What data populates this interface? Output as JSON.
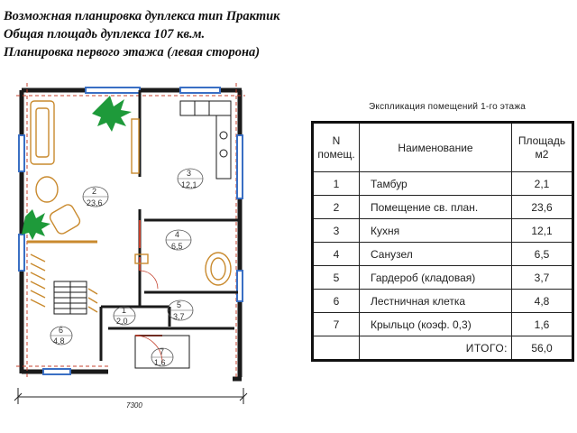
{
  "title": {
    "line1": "Возможная планировка дуплекса тип Практик",
    "line2": "Общая площадь дуплекса 107 кв.м.",
    "line3": "Планировка первого этажа (левая сторона)"
  },
  "plan": {
    "overall_dimension": "7300",
    "rooms": [
      {
        "number": "1",
        "area": "2,0"
      },
      {
        "number": "2",
        "area": "23,6"
      },
      {
        "number": "3",
        "area": "12,1"
      },
      {
        "number": "4",
        "area": "6,5"
      },
      {
        "number": "5",
        "area": "3,7"
      },
      {
        "number": "6",
        "area": "4,8"
      },
      {
        "number": "7",
        "area": "1,6"
      }
    ]
  },
  "explication": {
    "caption": "Экспликация помещений 1-го этажа",
    "header": {
      "num_line1": "N",
      "num_line2": "помещ.",
      "name": "Наименование",
      "area_line1": "Площадь",
      "area_line2": "м2"
    },
    "rows": [
      {
        "num": "1",
        "name": "Тамбур",
        "area": "2,1"
      },
      {
        "num": "2",
        "name": "Помещение св. план.",
        "area": "23,6"
      },
      {
        "num": "3",
        "name": "Кухня",
        "area": "12,1"
      },
      {
        "num": "4",
        "name": "Санузел",
        "area": "6,5"
      },
      {
        "num": "5",
        "name": "Гардероб (кладовая)",
        "area": "3,7"
      },
      {
        "num": "6",
        "name": "Лестничная клетка",
        "area": "4,8"
      },
      {
        "num": "7",
        "name": "Крыльцо (коэф. 0,3)",
        "area": "1,6"
      }
    ],
    "total_label": "ИТОГО:",
    "total_value": "56,0"
  },
  "colors": {
    "wall": "#1a1a1a",
    "wall_red": "#c4402c",
    "window_blue": "#3a6fc4",
    "furniture": "#c98a2e",
    "plant": "#1e9a3a"
  }
}
